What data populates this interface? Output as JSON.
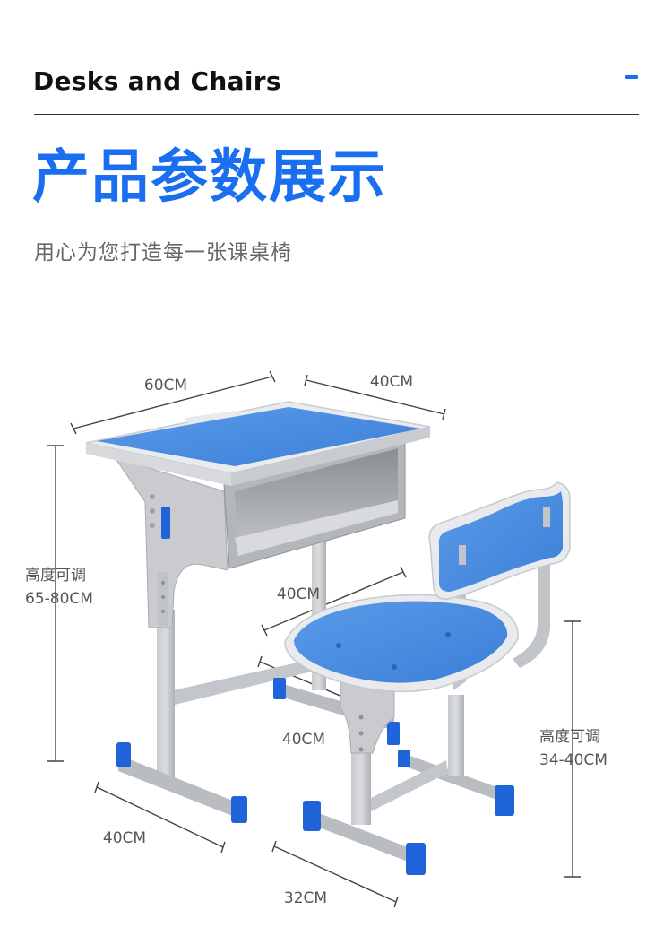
{
  "header": {
    "title": "Desks and Chairs"
  },
  "hero": {
    "title": "产品参数展示",
    "subtitle": "用心为您打造每一张课桌椅"
  },
  "dimensions": {
    "desk_width": "60CM",
    "desk_depth": "40CM",
    "desk_height_label": "高度可调",
    "desk_height_range": "65-80CM",
    "chair_seat_width": "40CM",
    "chair_seat_depth": "40CM",
    "desk_base_depth": "40CM",
    "chair_base_depth": "32CM",
    "chair_height_label": "高度可调",
    "chair_height_range": "34-40CM"
  },
  "colors": {
    "accent": "#1a6ff0",
    "surface_blue": "#4a8ee0",
    "frame_gray": "#b9bcc1",
    "foot_blue": "#1f64d8"
  }
}
